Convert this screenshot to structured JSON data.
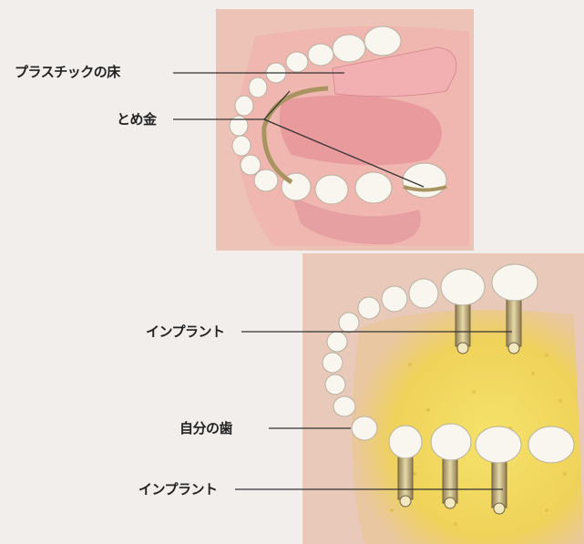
{
  "labels": {
    "plastic_base": "プラスチックの床",
    "clasp": "とめ金",
    "implant_upper": "インプラント",
    "own_tooth": "自分の歯",
    "implant_lower": "インプラント"
  },
  "colors": {
    "background": "#f1eeec",
    "gum": "#eea6a6",
    "bone": "#f0dc6a",
    "tooth": "#f7f5ee",
    "metal": "#c9b88a",
    "leader_line": "#333333"
  }
}
